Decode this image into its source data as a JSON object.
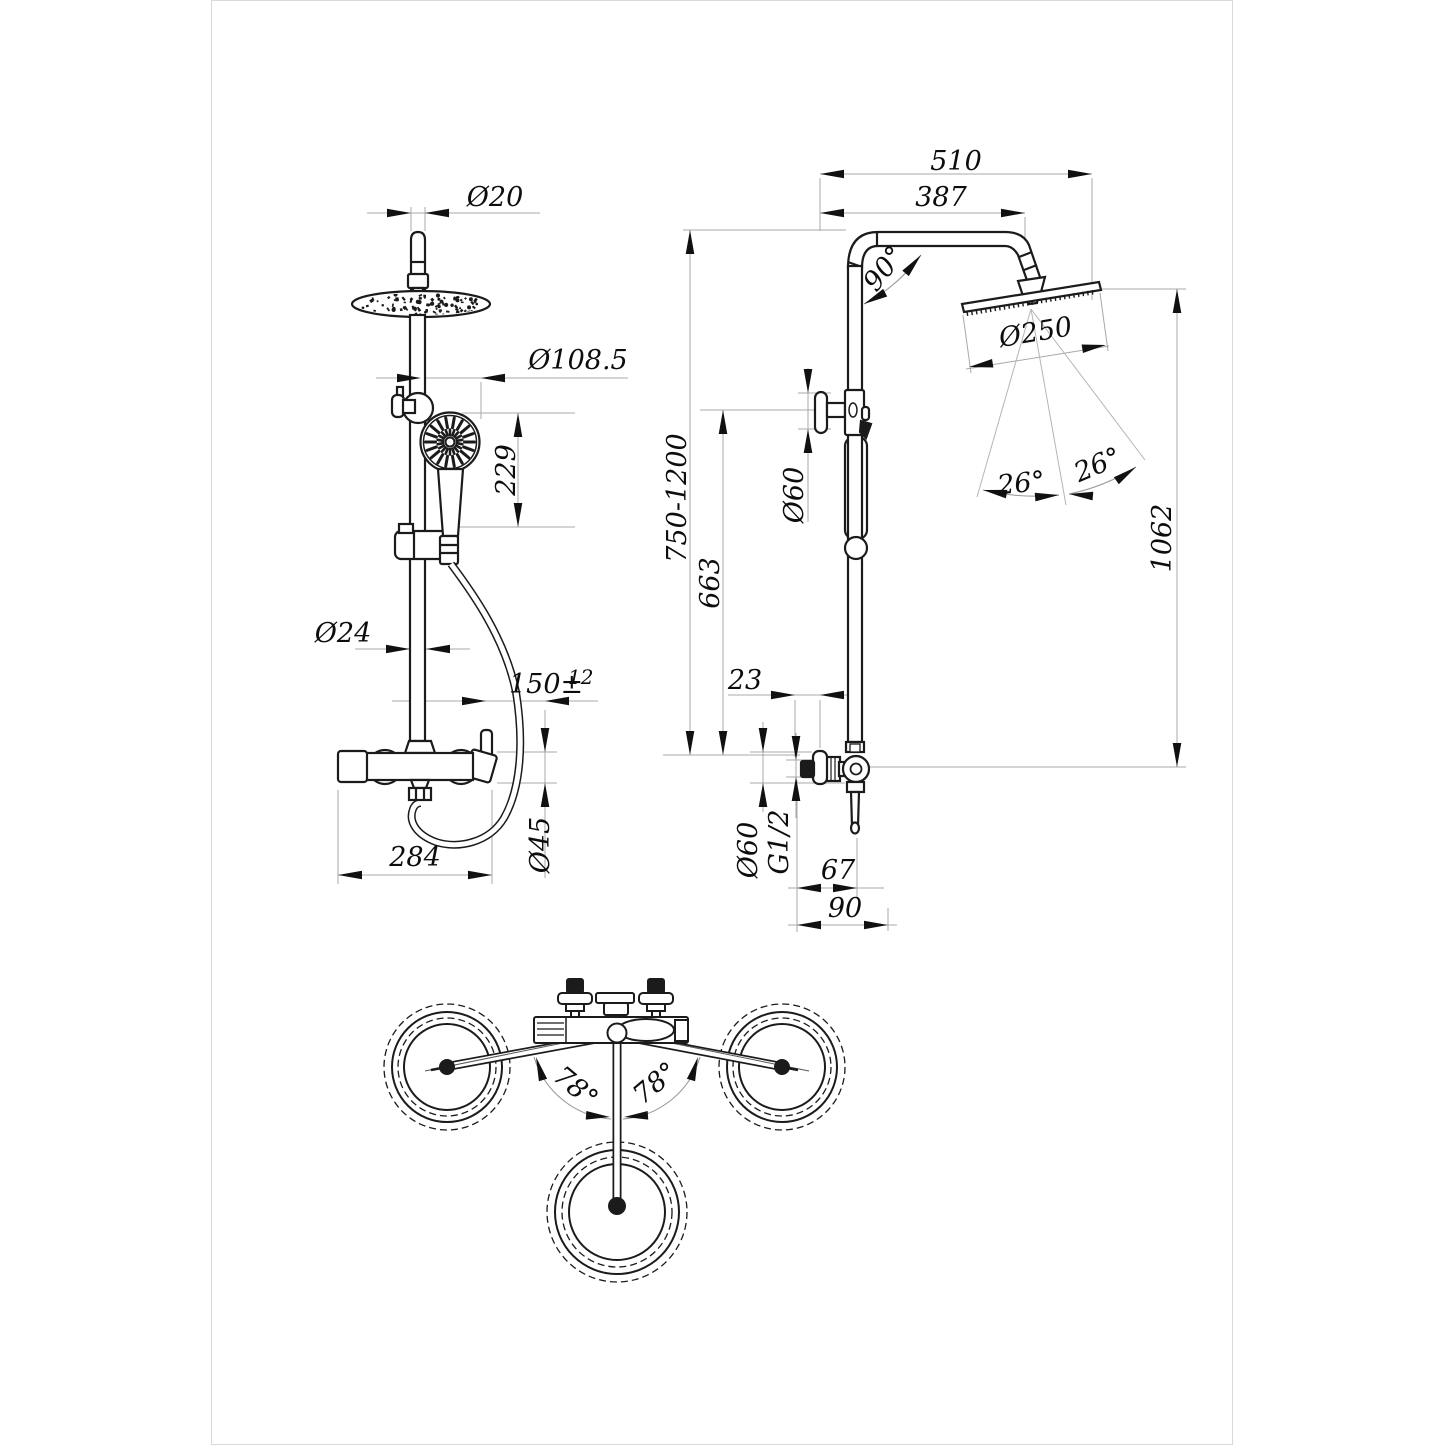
{
  "drawing": {
    "colors": {
      "background": "#ffffff",
      "sheet_border": "#d9d9d9",
      "outline": "#1b1b1b",
      "dimension_line": "#a8a8a8",
      "construction_line": "#b5b5b5",
      "text": "#0d0d0d"
    },
    "front_view": {
      "stem_diameter": "Ø20",
      "hand_shower_diameter": "Ø108.5",
      "slide_travel": "229",
      "pipe_diameter": "Ø24",
      "offset_base": "150±",
      "offset_tolerance": "12",
      "valve_width": "284",
      "valve_body_diameter": "Ø45"
    },
    "side_view": {
      "reach_overall": "510",
      "reach_arm": "387",
      "arm_angle": "90°",
      "head_diameter": "Ø250",
      "spray_angle_left": "26°",
      "spray_angle_right": "26°",
      "head_height": "1062",
      "total_height": "750-1200",
      "bar_height": "663",
      "slider_knob_diameter": "Ø60",
      "knob_offset": "23",
      "flange_diameter": "Ø60",
      "inlet_thread": "G1/2",
      "inlet_offset": "67",
      "outlet_offset": "90"
    },
    "top_view": {
      "swivel_angle_left": "78°",
      "swivel_angle_right": "78°"
    }
  }
}
